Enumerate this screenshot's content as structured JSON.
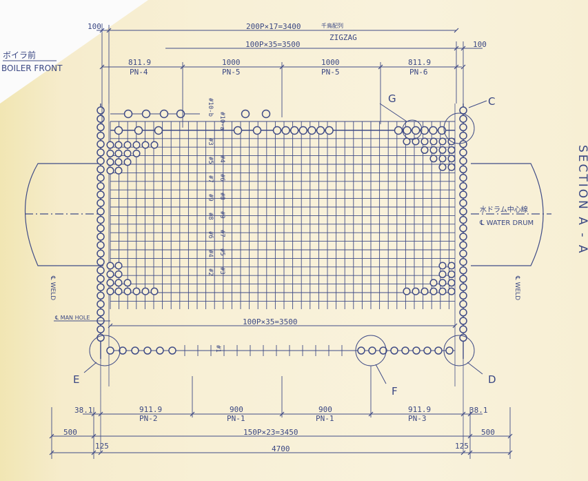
{
  "header": {
    "boiler_front_jp": "ボイラ前",
    "boiler_front_en": "BOILER FRONT",
    "section_title": "SECTION A - A"
  },
  "top_dims": {
    "left_100": "100",
    "right_100": "100",
    "pitch_200": "200P×17=3400",
    "pitch_200_note": "千鳥配列",
    "zigzag": "ZIGZAG",
    "pitch_100": "100P×35=3500"
  },
  "upper_panels": [
    {
      "dim": "811.9",
      "name": "PN-4"
    },
    {
      "dim": "1000",
      "name": "PN-5"
    },
    {
      "dim": "1000",
      "name": "PN-5"
    },
    {
      "dim": "811.9",
      "name": "PN-6"
    }
  ],
  "lower_panels": [
    {
      "dim": "911.9",
      "name": "PN-2"
    },
    {
      "dim": "900",
      "name": "PN-1"
    },
    {
      "dim": "900",
      "name": "PN-1"
    },
    {
      "dim": "911.9",
      "name": "PN-3"
    }
  ],
  "row_labels_a": [
    "#10-b",
    "#3",
    "#5",
    "#7",
    "#9",
    "#8",
    "#6",
    "#4",
    "#2"
  ],
  "row_labels_b": [
    "#10-a",
    "#4",
    "#6",
    "#8",
    "#9",
    "#7",
    "#5",
    "#3"
  ],
  "row_label_bottom": "#1",
  "middle_dim": "100P×35=3500",
  "water_drum_jp": "水ドラム中心線",
  "water_drum_en": "℄ WATER DRUM",
  "weld_left": "℄ WELD",
  "weld_right": "℄ WELD",
  "man_hole": "℄ MAN HOLE",
  "detail_markers": {
    "G": "G",
    "C": "C",
    "E": "E",
    "F": "F",
    "D": "D"
  },
  "bottom_dims": {
    "left_38": "38.1",
    "right_38": "38.1",
    "left_500": "500",
    "right_500": "500",
    "pitch_150": "150P×23=3450",
    "left_125": "125",
    "right_125": "125",
    "total": "4700"
  },
  "colors": {
    "ink": "#3f4b86",
    "paper": "#f8f0d6",
    "tint": "#f1e6b3"
  }
}
